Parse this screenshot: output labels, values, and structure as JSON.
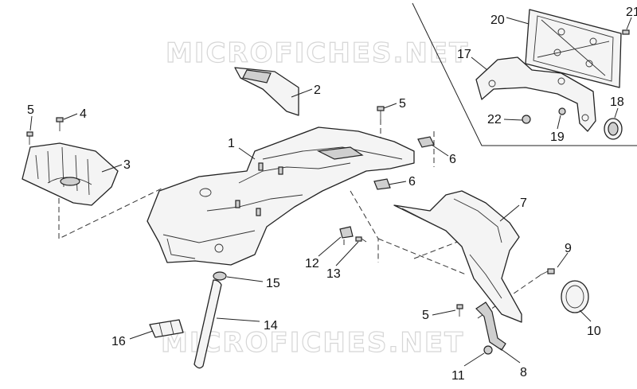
{
  "watermark": "MICROFICHES.NET",
  "callouts": [
    {
      "id": "c1",
      "label": "1"
    },
    {
      "id": "c2",
      "label": "2"
    },
    {
      "id": "c3",
      "label": "3"
    },
    {
      "id": "c4",
      "label": "4"
    },
    {
      "id": "c5a",
      "label": "5"
    },
    {
      "id": "c5b",
      "label": "5"
    },
    {
      "id": "c5c",
      "label": "5"
    },
    {
      "id": "c6a",
      "label": "6"
    },
    {
      "id": "c6b",
      "label": "6"
    },
    {
      "id": "c7",
      "label": "7"
    },
    {
      "id": "c8",
      "label": "8"
    },
    {
      "id": "c9",
      "label": "9"
    },
    {
      "id": "c10",
      "label": "10"
    },
    {
      "id": "c11",
      "label": "11"
    },
    {
      "id": "c12",
      "label": "12"
    },
    {
      "id": "c13",
      "label": "13"
    },
    {
      "id": "c14",
      "label": "14"
    },
    {
      "id": "c15",
      "label": "15"
    },
    {
      "id": "c16",
      "label": "16"
    },
    {
      "id": "c17",
      "label": "17"
    },
    {
      "id": "c18",
      "label": "18"
    },
    {
      "id": "c19",
      "label": "19"
    },
    {
      "id": "c20",
      "label": "20"
    },
    {
      "id": "c21",
      "label": "21"
    },
    {
      "id": "c22",
      "label": "22"
    }
  ]
}
